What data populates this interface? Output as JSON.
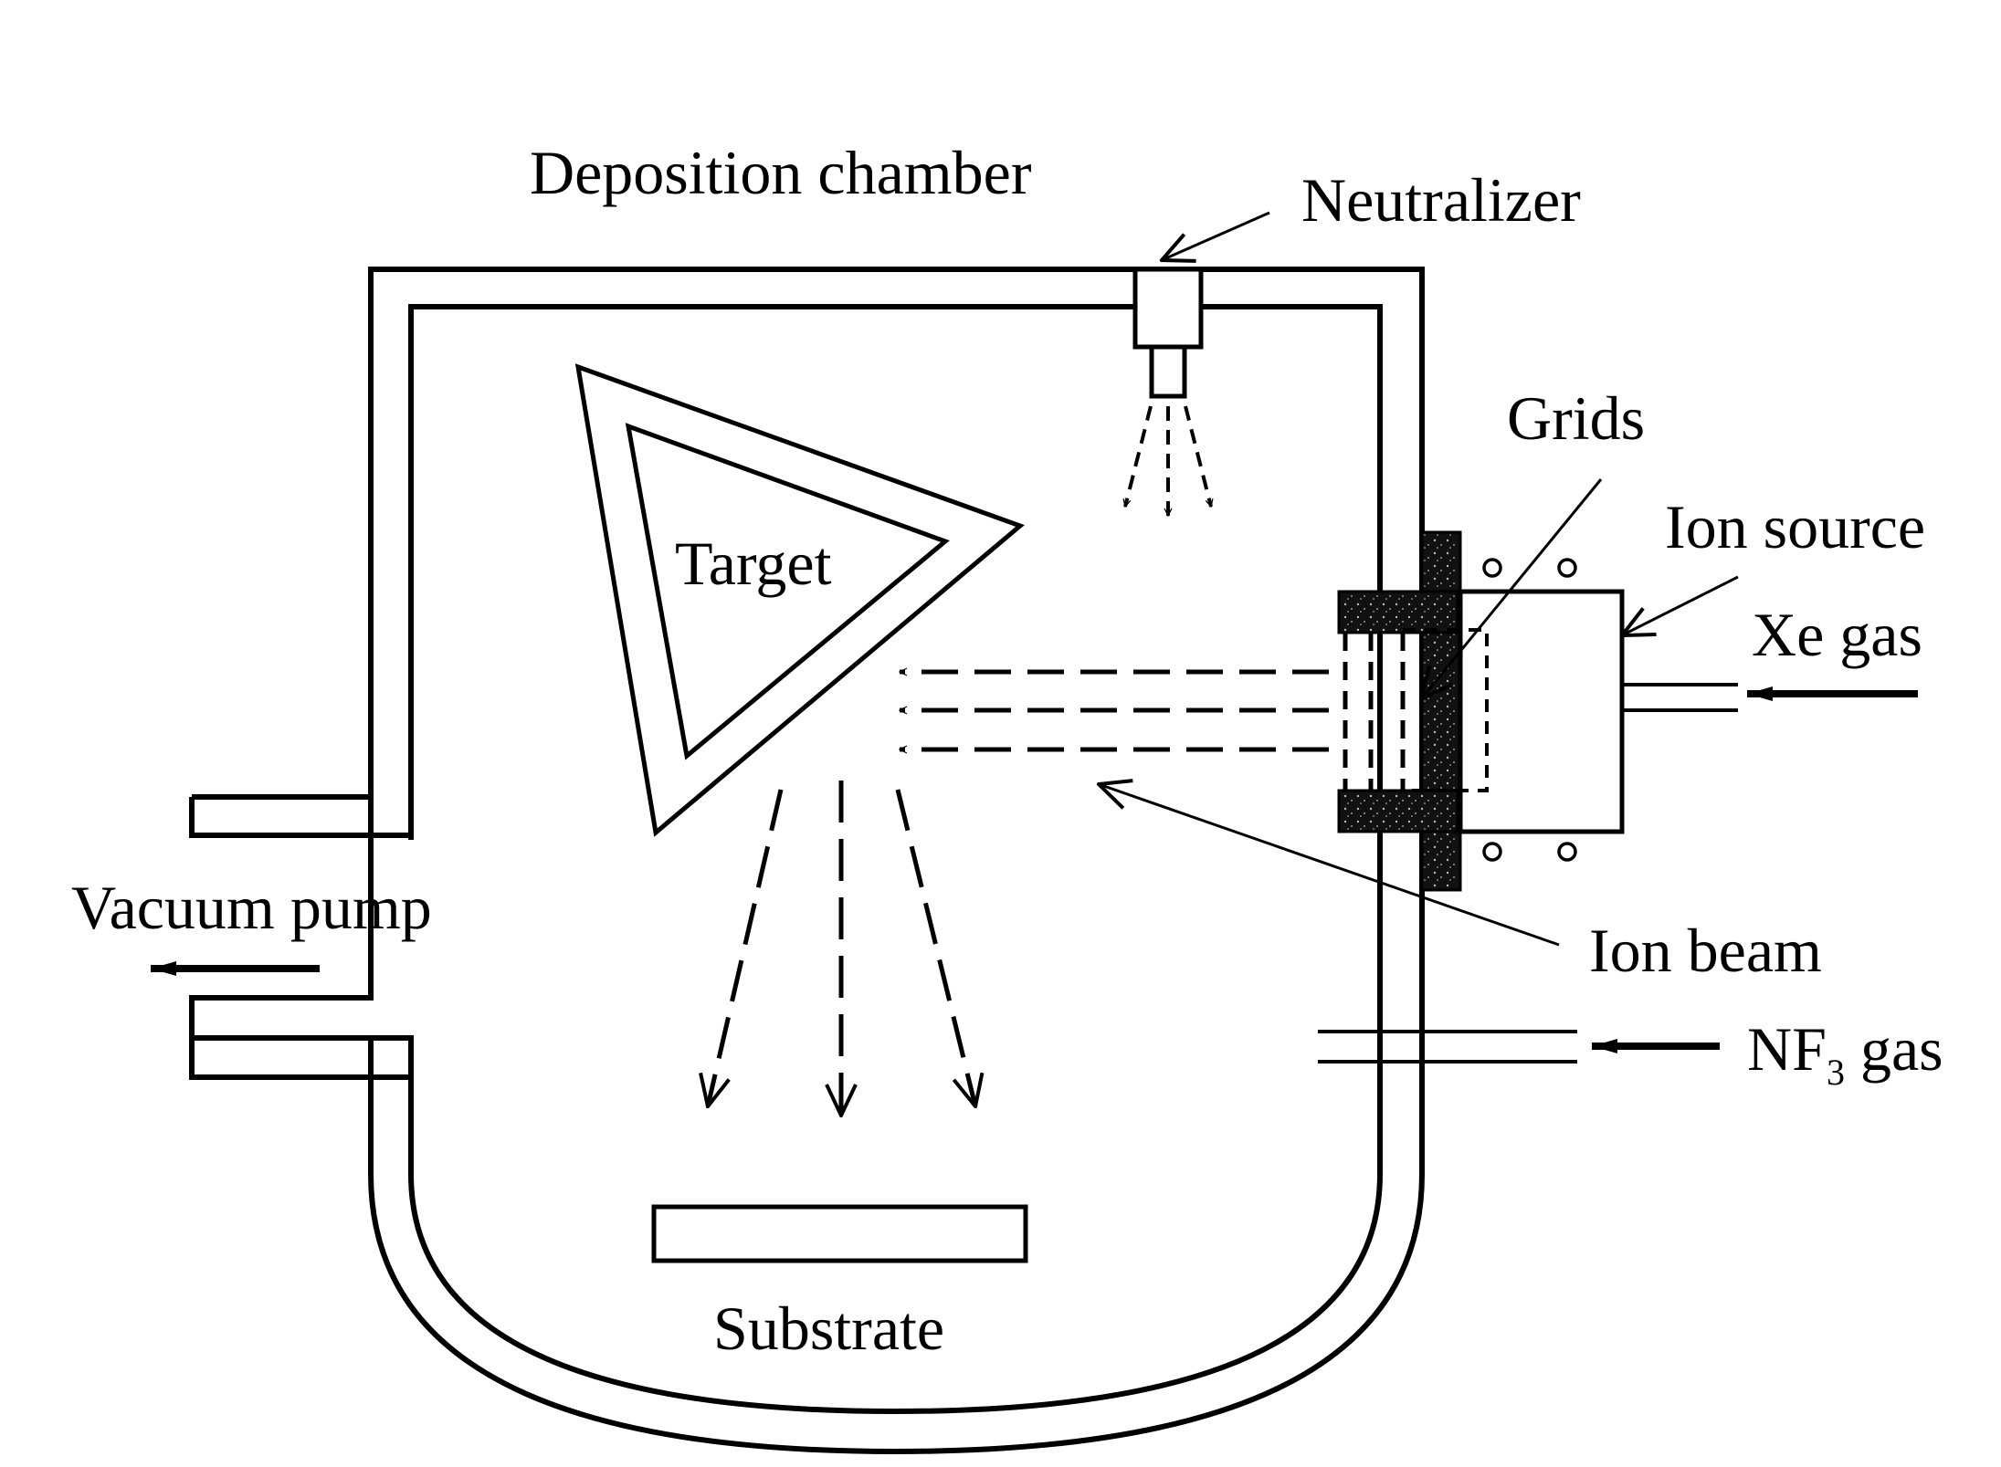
{
  "labels": {
    "deposition_chamber": "Deposition chamber",
    "neutralizer": "Neutralizer",
    "grids": "Grids",
    "ion_source": "Ion source",
    "xe_gas": "Xe gas",
    "target": "Target",
    "vacuum_pump": "Vacuum pump",
    "ion_beam": "Ion beam",
    "nf3_prefix": "NF",
    "nf3_subscript": "3",
    "nf3_suffix": " gas",
    "substrate": "Substrate"
  }
}
